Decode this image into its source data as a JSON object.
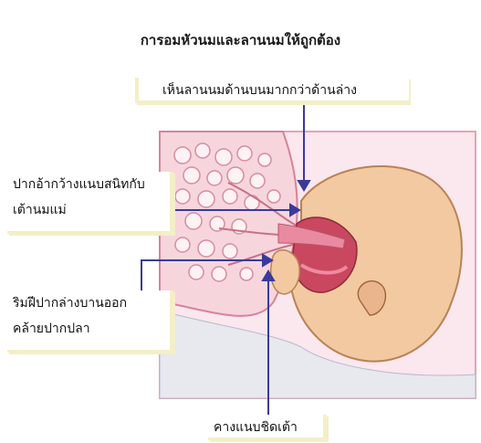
{
  "title": "การอมหัวนมและลานนมให้ถูกต้อง",
  "labels": {
    "top": "เห็นลานนมด้านบนมากกว่าด้านล่าง",
    "left1_line1": "ปากอ้ากว้างแนบสนิทกับ",
    "left1_line2": "เต้านมแม่",
    "left2_line1": "ริมฝีปากล่างบานออก",
    "left2_line2": "คล้ายปากปลา",
    "bottom": "คางแนบชิดเต้า"
  },
  "colors": {
    "frame": "#e7a2b4",
    "breast_tissue": "#f2b8c6",
    "skin": "#f2c9a0",
    "arrow": "#3a3a9a"
  }
}
